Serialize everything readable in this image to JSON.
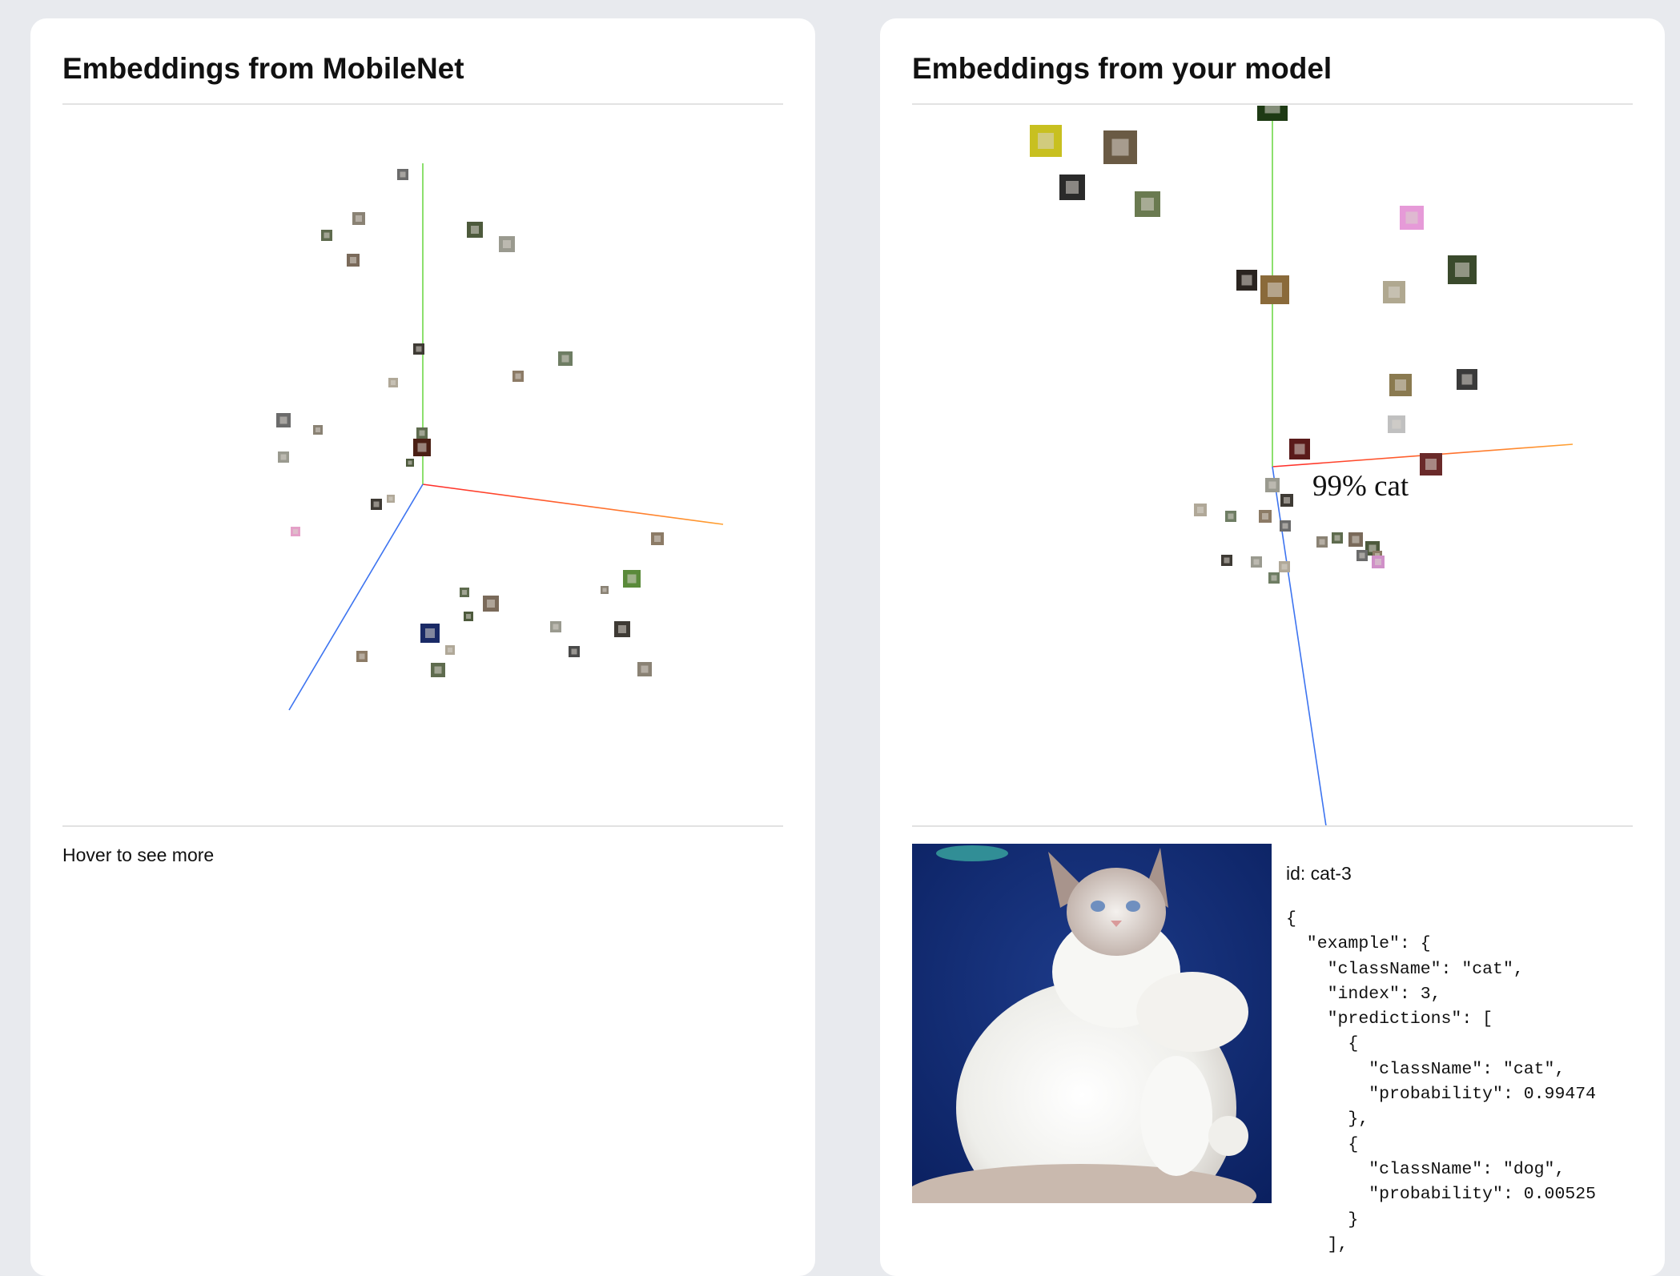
{
  "left_panel": {
    "title": "Embeddings from MobileNet",
    "status_text": "Hover to see more"
  },
  "right_panel": {
    "title": "Embeddings from your model",
    "hover_label": "99% cat",
    "detail": {
      "id_line": "id: cat-3",
      "json_text": "{\n  \"example\": {\n    \"className\": \"cat\",\n    \"index\": 3,\n    \"predictions\": [\n      {\n        \"className\": \"cat\",\n        \"probability\": 0.99474\n      },\n      {\n        \"className\": \"dog\",\n        \"probability\": 0.00525\n      }\n    ],"
    }
  },
  "colors": {
    "page_bg": "#e8eaee",
    "card_bg": "#ffffff",
    "axis_x": "#ff4d2e",
    "axis_y": "#6fd84a",
    "axis_z": "#3d74f0"
  }
}
